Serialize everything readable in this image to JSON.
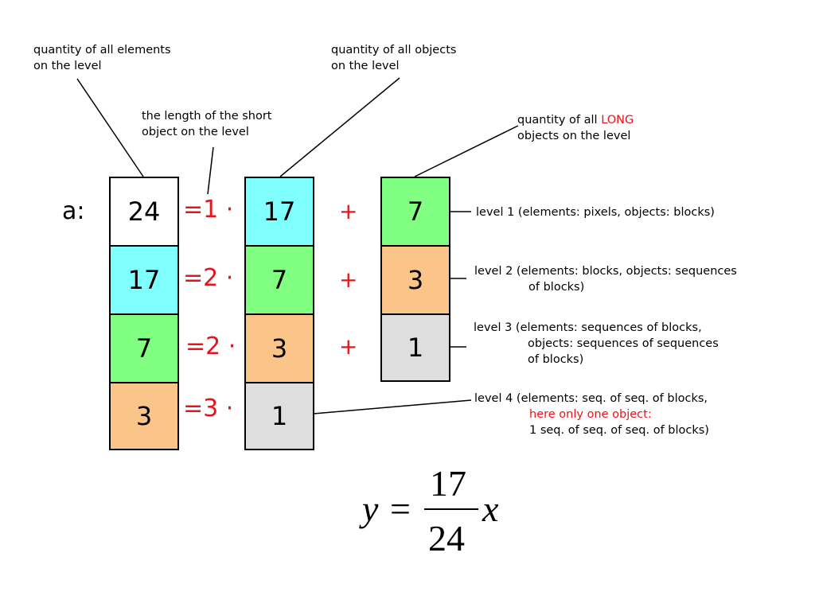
{
  "annotations": {
    "all_elements": [
      "quantity of all elements",
      "on the level"
    ],
    "all_objects": [
      "quantity of all objects",
      "on the level"
    ],
    "short_length": [
      "the length of the short",
      "object on the level"
    ],
    "long_objects": {
      "pre": "quantity of all ",
      "red": "LONG",
      "line2": "objects on the level"
    }
  },
  "row_label": "a:",
  "grid": {
    "rows": [
      {
        "left": "24",
        "factor": "=1 ·",
        "mid": "17",
        "plus": "+",
        "right": "7"
      },
      {
        "left": "17",
        "factor": "=2 ·",
        "mid": "7",
        "plus": "+",
        "right": "3"
      },
      {
        "left": "7",
        "factor": "=2 ·",
        "mid": "3",
        "plus": "+",
        "right": "1"
      },
      {
        "left": "3",
        "factor": "=3 ·",
        "mid": "1"
      }
    ]
  },
  "colors": {
    "white": "#ffffff",
    "cyan": "#80ffff",
    "green": "#80ff80",
    "orange": "#fbc488",
    "gray": "#dedede",
    "accent_red": "#e8141d"
  },
  "levels": {
    "level1": "level 1 (elements: pixels, objects: blocks)",
    "level2": [
      "level 2 (elements: blocks, objects: sequences",
      "of blocks)"
    ],
    "level3": [
      "level 3 (elements: sequences of blocks,",
      "objects: sequences of sequences",
      "of blocks)"
    ],
    "level4": {
      "line1": "level 4 (elements: seq. of seq. of blocks,",
      "line2_red": "here only one object:",
      "line3": "1 seq. of seq. of seq. of blocks)"
    }
  },
  "formula": {
    "lhs": "y",
    "eq": "=",
    "numerator": "17",
    "denominator": "24",
    "rhs": "x"
  }
}
